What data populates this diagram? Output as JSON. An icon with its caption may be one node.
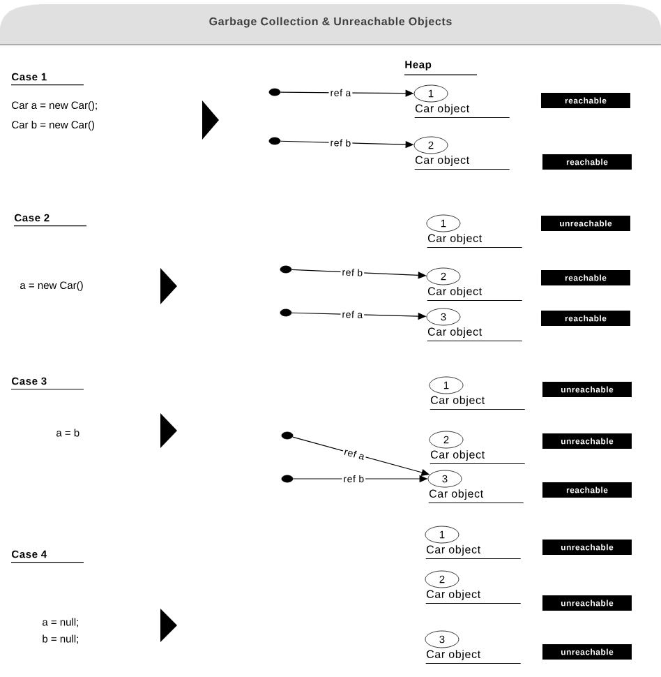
{
  "diagram": {
    "title": "Garbage Collection & Unreachable Objects",
    "nodes": [
      {
        "text": [],
        "shape": "circle"
      },
      {
        "text": [
          "1"
        ],
        "beside": [
          "Car object"
        ]
      },
      {
        "text": [
          "reachable"
        ]
      },
      {
        "text": [],
        "shape": "circle"
      },
      {
        "text": [
          "2"
        ],
        "beside": [
          "Car object"
        ]
      },
      {
        "text": [
          "reachable"
        ]
      },
      {
        "text": [
          "1"
        ],
        "beside": [
          "Car object"
        ]
      },
      {
        "text": [
          "unreachable"
        ]
      },
      {
        "text": [],
        "shape": "circle"
      },
      {
        "text": [
          "2"
        ],
        "beside": [
          "Car object"
        ]
      },
      {
        "text": [
          "reachable"
        ]
      },
      {
        "text": [],
        "shape": "circle"
      },
      {
        "text": [
          "3"
        ],
        "beside": [
          "Car object"
        ]
      },
      {
        "text": [
          "reachable"
        ]
      },
      {
        "text": [
          "1"
        ],
        "beside": [
          "Car object"
        ]
      },
      {
        "text": [
          "unreachable"
        ]
      },
      {
        "text": [
          "2"
        ],
        "beside": [
          "Car object"
        ]
      },
      {
        "text": [
          "unreachable"
        ]
      },
      {
        "text": [],
        "shape": "circle"
      },
      {
        "text": [],
        "shape": "circle"
      },
      {
        "text": [
          "3"
        ],
        "beside": [
          "Car object"
        ]
      },
      {
        "text": [
          "reachable"
        ]
      },
      {
        "text": [
          "1"
        ],
        "beside": [
          "Car object"
        ]
      },
      {
        "text": [
          "unreachable"
        ]
      },
      {
        "text": [
          "2"
        ],
        "beside": [
          "Car object"
        ]
      },
      {
        "text": [
          "unreachable"
        ]
      },
      {
        "text": [
          "3"
        ],
        "beside": [
          "Car object"
        ]
      },
      {
        "text": [
          "unreachable"
        ]
      }
    ],
    "edges": [
      {
        "from": 0,
        "to": 1,
        "arrow": "to",
        "label": "ref a"
      },
      {
        "from": 3,
        "to": 4,
        "arrow": "to",
        "label": "ref b"
      },
      {
        "from": 8,
        "to": 9,
        "arrow": "to",
        "label": "ref b"
      },
      {
        "from": 11,
        "to": 12,
        "arrow": "to",
        "label": "ref a"
      },
      {
        "from": 18,
        "to": 20,
        "arrow": "to",
        "label": "ref a"
      },
      {
        "from": 19,
        "to": 20,
        "arrow": "to",
        "label": "ref b"
      }
    ],
    "labels": [
      "Case 1",
      "Car a = new Car();",
      "Car b = new Car()",
      "Heap",
      "Case 2",
      "a = new Car()",
      "Case 3",
      "a = b",
      "Case 4",
      "a = null;",
      "b = null;"
    ]
  }
}
